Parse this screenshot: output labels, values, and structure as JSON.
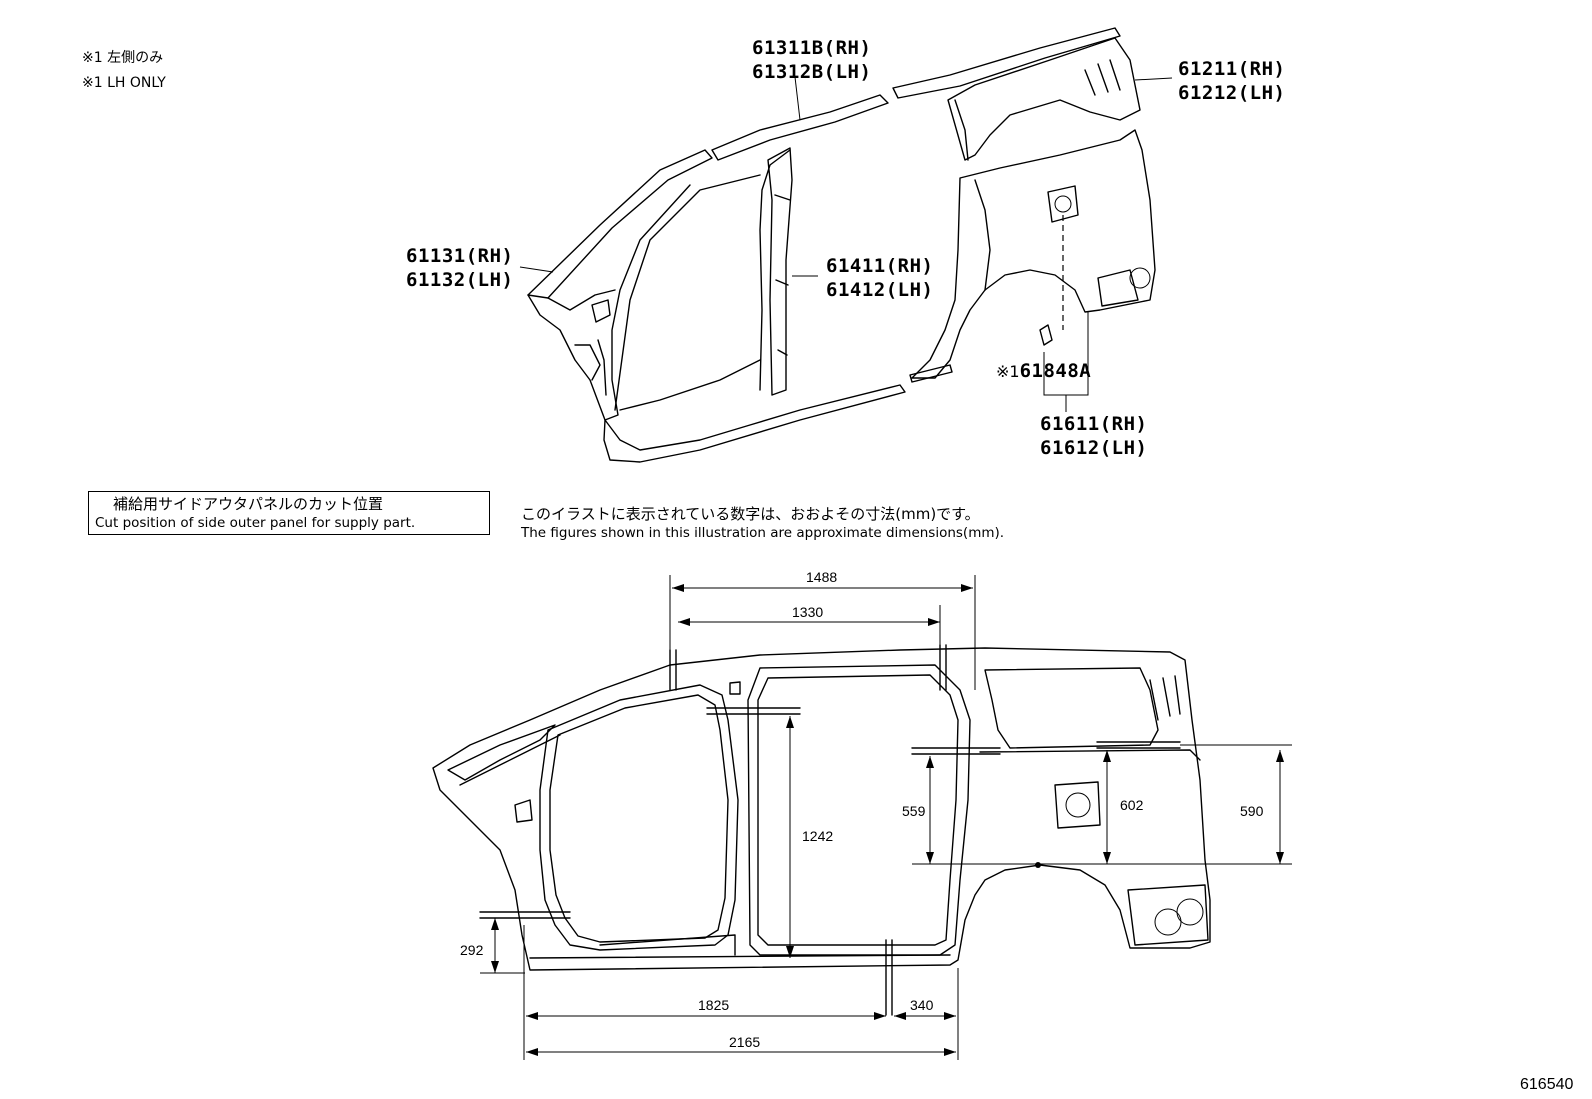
{
  "notes": {
    "line1": "※1 左側のみ",
    "line2": "※1 LH ONLY"
  },
  "part_numbers": {
    "roof_rail_rh": "61311B(RH)",
    "roof_rail_lh": "61312B(LH)",
    "quarter_upper_rh": "61211(RH)",
    "quarter_upper_lh": "61212(LH)",
    "front_pillar_rh": "61131(RH)",
    "front_pillar_lh": "61132(LH)",
    "center_pillar_rh": "61411(RH)",
    "center_pillar_lh": "61412(LH)",
    "lid_mark": "※1",
    "lid_part": "61848A",
    "quarter_rh": "61611(RH)",
    "quarter_lh": "61612(LH)"
  },
  "cut_box": {
    "jp": "補給用サイドアウタパネルのカット位置",
    "en": "Cut position of side outer panel for supply part."
  },
  "disclaimer": {
    "jp": "このイラストに表示されている数字は、おおよその寸法(mm)です。",
    "en": "The figures shown in this illustration are approximate dimensions(mm)."
  },
  "dimensions": {
    "d1488": "1488",
    "d1330": "1330",
    "d1242": "1242",
    "d559": "559",
    "d602": "602",
    "d590": "590",
    "d292": "292",
    "d1825": "1825",
    "d340": "340",
    "d2165": "2165"
  },
  "figure_id": "616540"
}
